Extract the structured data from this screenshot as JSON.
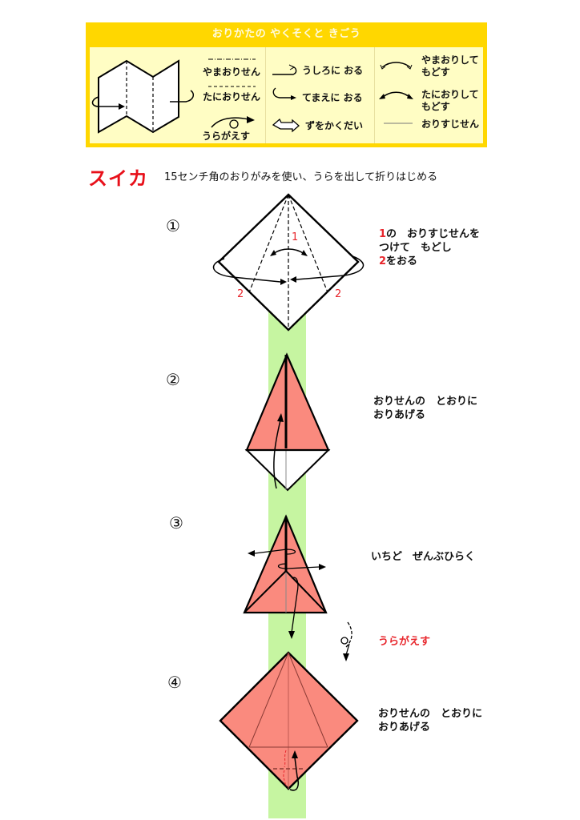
{
  "legend": {
    "title": "おりかたの やくそくと きごう",
    "colors": {
      "frame": "#ffd700",
      "background": "#fffdc4"
    },
    "items": [
      {
        "icon": "mountain-fold-line-icon",
        "label": "やまおりせん"
      },
      {
        "icon": "valley-fold-line-icon",
        "label": "たにおりせん"
      },
      {
        "icon": "turn-over-icon",
        "label": "うらがえす"
      },
      {
        "icon": "fold-behind-arrow-icon",
        "label": "うしろに おる"
      },
      {
        "icon": "fold-front-arrow-icon",
        "label": "てまえに おる"
      },
      {
        "icon": "enlarge-arrow-icon",
        "label": "ずをかくだい"
      },
      {
        "icon": "mountain-fold-return-icon",
        "label_line1": "やまおりして",
        "label_line2": "もどす"
      },
      {
        "icon": "valley-fold-return-icon",
        "label_line1": "たにおりして",
        "label_line2": "もどす"
      },
      {
        "icon": "crease-line-icon",
        "label": "おりすじせん"
      }
    ]
  },
  "title": "スイカ",
  "subtitle": "15センチ角のおりがみを使い、うらを出して折りはじめる",
  "colors": {
    "paper": "#fa8a7e",
    "strip": "#c6f5a1",
    "accent_red": "#e8262c"
  },
  "steps": [
    {
      "number": "①",
      "marker1": "1",
      "marker2": "2",
      "text_line1_num": "1",
      "text_line1": "の　おりすじせんを",
      "text_line2": "つけて　もどし",
      "text_line3_num": "2",
      "text_line3": "をおる"
    },
    {
      "number": "②",
      "text_line1": "おりせんの　とおりに",
      "text_line2": "おりあげる"
    },
    {
      "number": "③",
      "text_line1": "いちど　ぜんぶひらく"
    },
    {
      "turn_over_label": "うらがえす"
    },
    {
      "number": "④",
      "text_line1": "おりせんの　とおりに",
      "text_line2": "おりあげる"
    }
  ]
}
